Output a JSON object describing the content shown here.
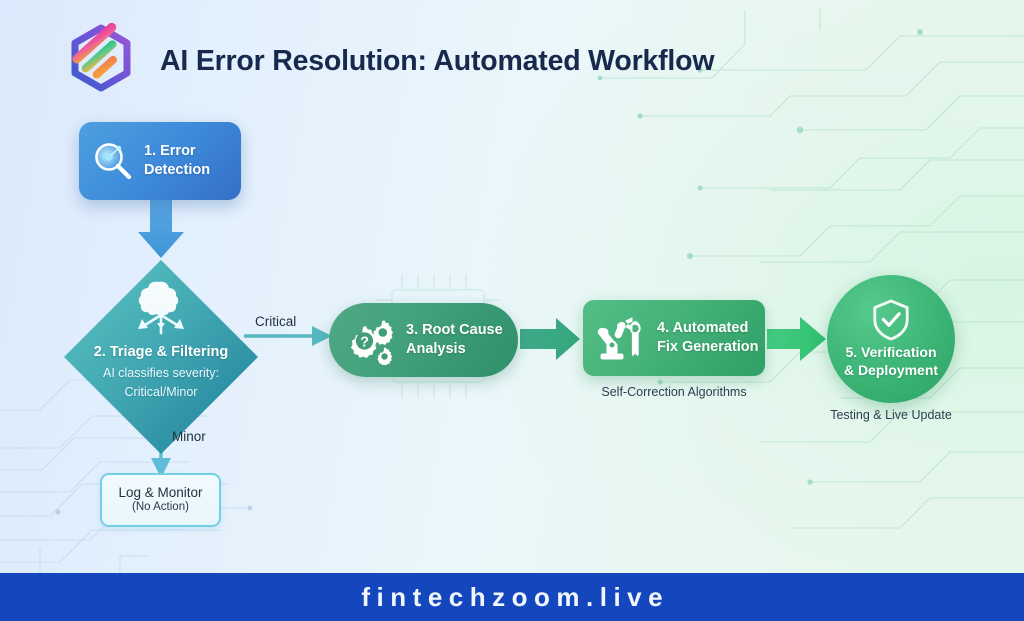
{
  "header": {
    "title": "AI Error Resolution: Automated Workflow",
    "logo_icon": "hexagon-gradient-logo-icon"
  },
  "colors": {
    "title": "#17294c",
    "node1": "#3f8ddb",
    "node2": "#3b9aa8",
    "node3": "#3f9e78",
    "node4": "#45b279",
    "node5": "#35b273",
    "log_border": "#72cfe8",
    "footer": "#1447bd",
    "arrow_blue": "#4ea3dd",
    "arrow_teal": "#56b9bd",
    "arrow_green": "#3cc177"
  },
  "flow": {
    "nodes": [
      {
        "id": "error-detection",
        "shape": "rounded-rect",
        "title": "1. Error\nDetection",
        "title_line1": "1. Error",
        "title_line2": "Detection",
        "icon": "magnifier-icon",
        "subtitle": "",
        "caption": ""
      },
      {
        "id": "triage-filtering",
        "shape": "diamond",
        "title": "2. Triage & Filtering",
        "icon": "brain-branching-icon",
        "subtitle_line1": "AI classifies severity:",
        "subtitle_line2": "Critical/Minor",
        "caption": ""
      },
      {
        "id": "root-cause-analysis",
        "shape": "pill",
        "title_line1": "3. Root Cause",
        "title_line2": "Analysis",
        "icon": "gears-question-icon",
        "caption": ""
      },
      {
        "id": "automated-fix-generation",
        "shape": "rect",
        "title_line1": "4. Automated",
        "title_line2": "Fix Generation",
        "icon": "robot-arm-wrench-icon",
        "caption": "Self-Correction Algorithms"
      },
      {
        "id": "verification-deployment",
        "shape": "circle",
        "title_line1": "5. Verification",
        "title_line2": "& Deployment",
        "icon": "shield-check-icon",
        "caption": "Testing & Live Update"
      }
    ],
    "terminal": {
      "id": "log-monitor",
      "title": "Log & Monitor",
      "subtitle": "(No Action)"
    },
    "edges": [
      {
        "from": "error-detection",
        "to": "triage-filtering",
        "label": "",
        "direction": "down",
        "color": "#4ea3dd"
      },
      {
        "from": "triage-filtering",
        "to": "root-cause-analysis",
        "label": "Critical",
        "direction": "right",
        "color": "#56b9bd"
      },
      {
        "from": "triage-filtering",
        "to": "log-monitor",
        "label": "Minor",
        "direction": "down",
        "color": "#5fbcd8"
      },
      {
        "from": "root-cause-analysis",
        "to": "automated-fix-generation",
        "label": "",
        "direction": "right",
        "color": "#3aa883"
      },
      {
        "from": "automated-fix-generation",
        "to": "verification-deployment",
        "label": "",
        "direction": "right",
        "color": "#3cc177"
      }
    ]
  },
  "footer": {
    "brand": "fintechzoom.live"
  }
}
